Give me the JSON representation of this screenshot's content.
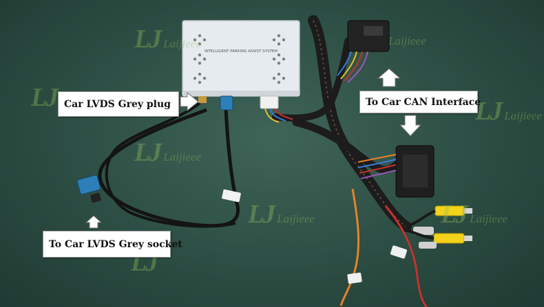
{
  "labels": {
    "lvds_plug": "Car LVDS Grey plug",
    "can_interface": "To Car CAN Interface",
    "lvds_socket": "To Car LVDS Grey socket"
  },
  "watermark": {
    "mark": "LJ",
    "text": "Laijieee"
  },
  "device": {
    "title": "INTELLIGENT PARKING ASSIST SYSTEM"
  },
  "colors": {
    "background": "#2c4d43",
    "callout_bg": "#ffffff",
    "arrow_fill": "#ffffff",
    "box_body": "#e6ebef",
    "lvds_connector": "#2c7fb8",
    "rca_yellow": "#f2d21a",
    "harness_black": "#1a1a1a",
    "wire_orange": "#e8822a",
    "wire_red": "#c8312c"
  }
}
